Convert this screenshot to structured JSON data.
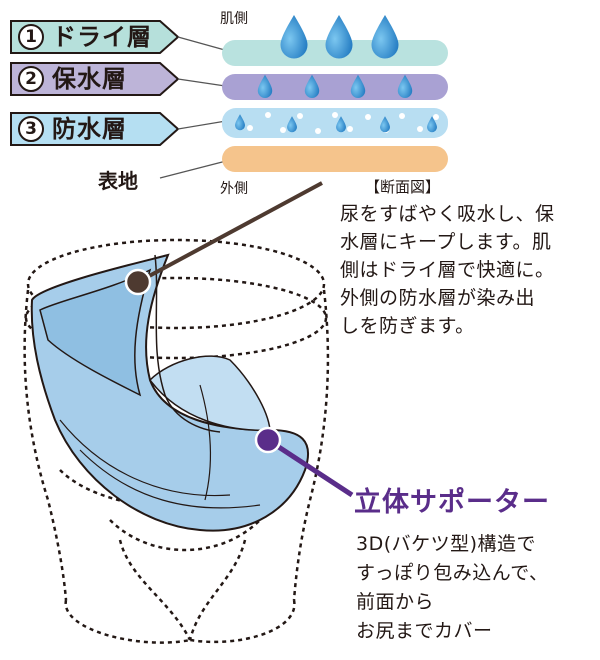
{
  "layers": [
    {
      "num": "1",
      "label": "ドライ層"
    },
    {
      "num": "2",
      "label": "保水層"
    },
    {
      "num": "3",
      "label": "防水層"
    }
  ],
  "outer_label": "表地",
  "skin_side": "肌側",
  "outer_side": "外側",
  "section_title": "【断面図】",
  "description": [
    "尿をすばやく吸水し、保",
    "水層にキープします。肌",
    "側はドライ層で快適に。",
    "外側の防水層が染み出",
    "しを防ぎます。"
  ],
  "feature_title": "立体サポーター",
  "feature_text": [
    "3D(バケツ型)構造で",
    "すっぽり包み込んで、",
    "前面から",
    "お尻までカバー"
  ],
  "colors": {
    "dry_tag": "#b6e0db",
    "keep_tag": "#bdb4d8",
    "proof_tag": "#b5dff2",
    "dry_band": "#b9e2df",
    "keep_band": "#a9a1d3",
    "proof_band": "#b8def2",
    "fabric_band": "#f5c48c",
    "garment": "#a6cdea",
    "drop": "#2f8fd0",
    "brown_line": "#4e3a30",
    "purple_accent": "#5a2d8a"
  }
}
